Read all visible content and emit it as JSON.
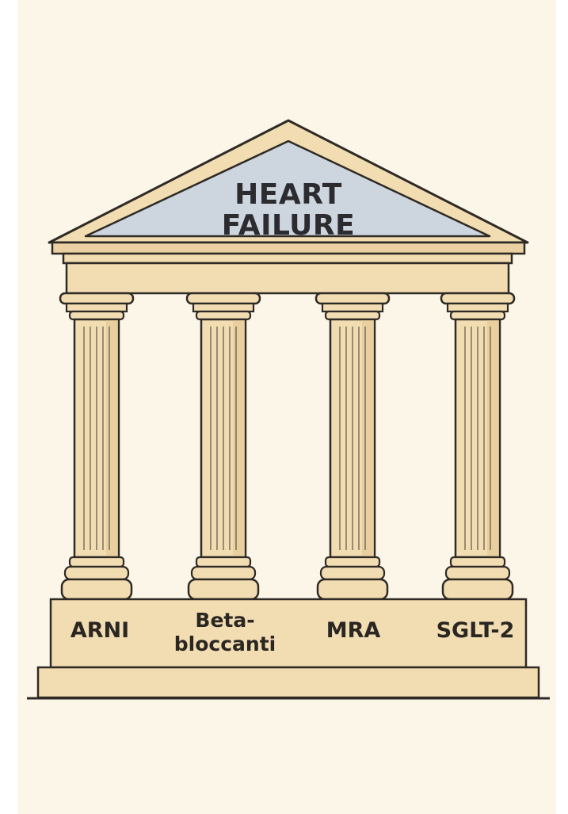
{
  "title_lines": [
    "HEART",
    "FAILURE"
  ],
  "pillars": [
    {
      "lines": [
        "ARNI"
      ]
    },
    {
      "lines": [
        "Beta-",
        "bloccanti"
      ]
    },
    {
      "lines": [
        "MRA"
      ]
    },
    {
      "lines": [
        "SGLT-2"
      ]
    }
  ],
  "colors": {
    "background": "#fbf6e8",
    "stone": "#f2dcb2",
    "stone_shade": "#e2c28f",
    "pediment_fill": "#cdd6df",
    "outline": "#2f2a25"
  }
}
